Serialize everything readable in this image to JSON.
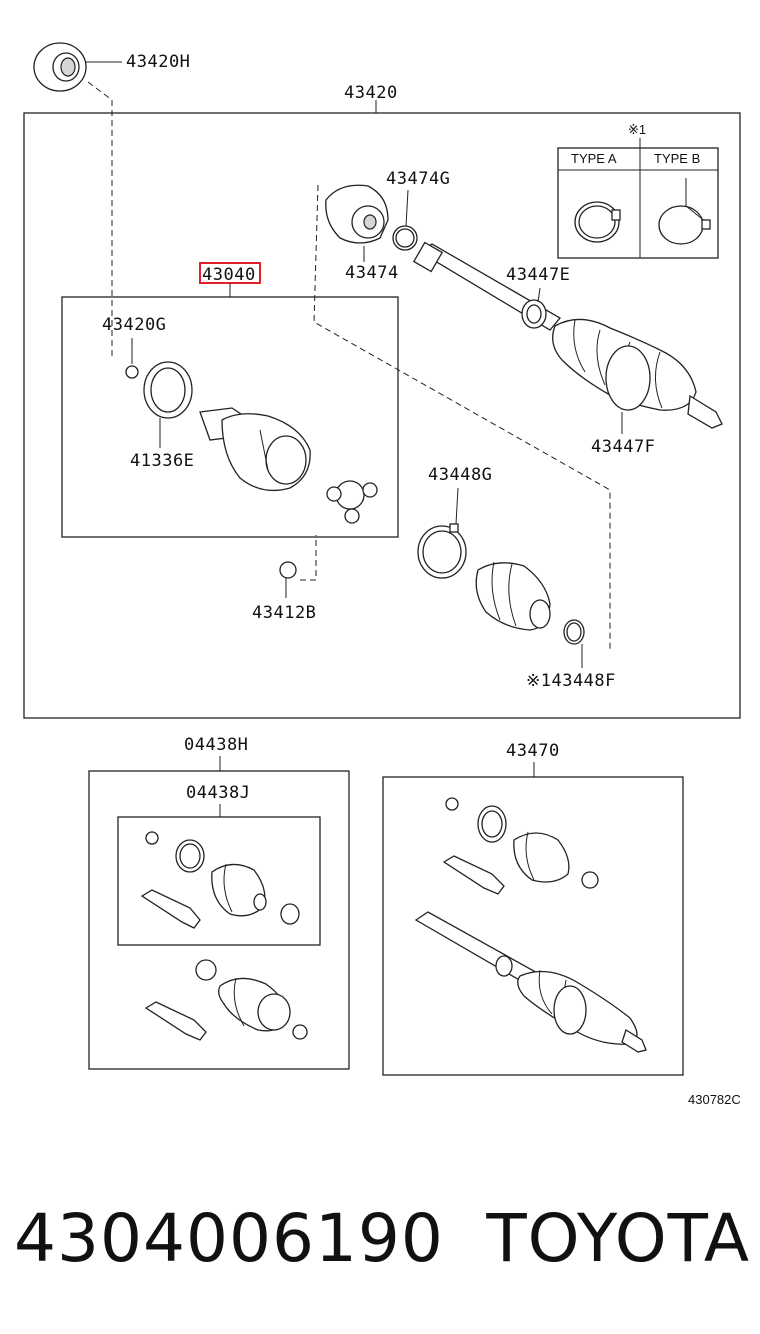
{
  "diagram": {
    "labels": {
      "l43420H": "43420H",
      "l43420": "43420",
      "l43474G": "43474G",
      "l43474": "43474",
      "l43040": "43040",
      "l43447E": "43447E",
      "l43420G": "43420G",
      "l41336E": "41336E",
      "l43447F": "43447F",
      "l43448G": "43448G",
      "l43412B": "43412B",
      "l43448F": "※143448F",
      "l04438H": "04438H",
      "l04438J": "04438J",
      "l43470": "43470",
      "note_mark": "※1",
      "type_a": "TYPE A",
      "type_b": "TYPE B",
      "ref_code": "430782C"
    },
    "highlight_color": "#e0202a"
  },
  "footer": {
    "part_number": "4304006190",
    "brand": "TOYOTA"
  }
}
